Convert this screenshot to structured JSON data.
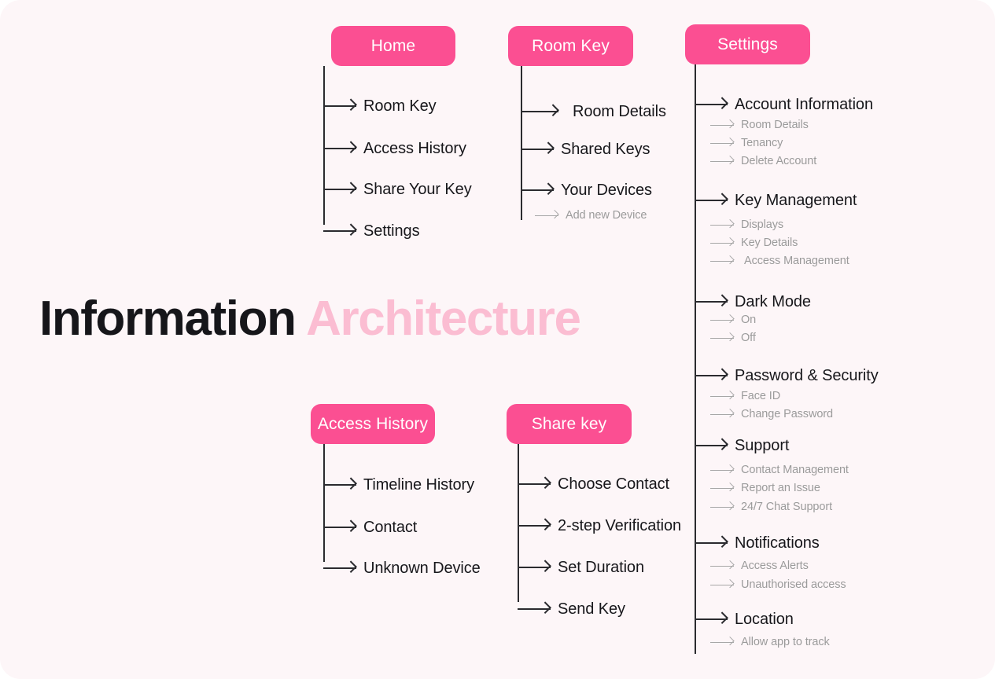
{
  "page": {
    "background_color": "#fdf6f8",
    "accent_color": "#fb4f92",
    "accent_light_color": "#fbbdd2",
    "title_part1": "Information",
    "title_part2": "Architecture"
  },
  "columns": [
    {
      "id": "home",
      "root_label": "Home",
      "items": [
        {
          "label": "Room Key",
          "level": 1
        },
        {
          "label": "Access History",
          "level": 1
        },
        {
          "label": "Share Your Key",
          "level": 1
        },
        {
          "label": "Settings",
          "level": 1
        }
      ]
    },
    {
      "id": "room-key",
      "root_label": "Room Key",
      "items": [
        {
          "label": "Room Details",
          "level": 1
        },
        {
          "label": "Shared Keys",
          "level": 1
        },
        {
          "label": "Your Devices",
          "level": 1
        },
        {
          "label": "Add new Device",
          "level": 2
        }
      ]
    },
    {
      "id": "settings",
      "root_label": "Settings",
      "items": [
        {
          "label": "Account Information",
          "level": 1
        },
        {
          "label": "Room Details",
          "level": 2
        },
        {
          "label": "Tenancy",
          "level": 2
        },
        {
          "label": "Delete Account",
          "level": 2
        },
        {
          "label": "Key Management",
          "level": 1
        },
        {
          "label": "Displays",
          "level": 2
        },
        {
          "label": "Key Details",
          "level": 2
        },
        {
          "label": "Access Management",
          "level": 2
        },
        {
          "label": "Dark Mode",
          "level": 1
        },
        {
          "label": "On",
          "level": 2
        },
        {
          "label": "Off",
          "level": 2
        },
        {
          "label": "Password & Security",
          "level": 1
        },
        {
          "label": "Face ID",
          "level": 2
        },
        {
          "label": "Change Password",
          "level": 2
        },
        {
          "label": "Support",
          "level": 1
        },
        {
          "label": "Contact Management",
          "level": 2
        },
        {
          "label": "Report an Issue",
          "level": 2
        },
        {
          "label": "24/7 Chat Support",
          "level": 2
        },
        {
          "label": "Notifications",
          "level": 1
        },
        {
          "label": "Access Alerts",
          "level": 2
        },
        {
          "label": "Unauthorised access",
          "level": 2
        },
        {
          "label": "Location",
          "level": 1
        },
        {
          "label": "Allow app to track",
          "level": 2
        }
      ]
    },
    {
      "id": "access-history",
      "root_label": "Access History",
      "items": [
        {
          "label": "Timeline History",
          "level": 1
        },
        {
          "label": "Contact",
          "level": 1
        },
        {
          "label": "Unknown Device",
          "level": 1
        }
      ]
    },
    {
      "id": "share-key",
      "root_label": "Share key",
      "items": [
        {
          "label": "Choose Contact",
          "level": 1
        },
        {
          "label": "2-step Verification",
          "level": 1
        },
        {
          "label": "Set Duration",
          "level": 1
        },
        {
          "label": "Send Key",
          "level": 1
        }
      ]
    }
  ]
}
